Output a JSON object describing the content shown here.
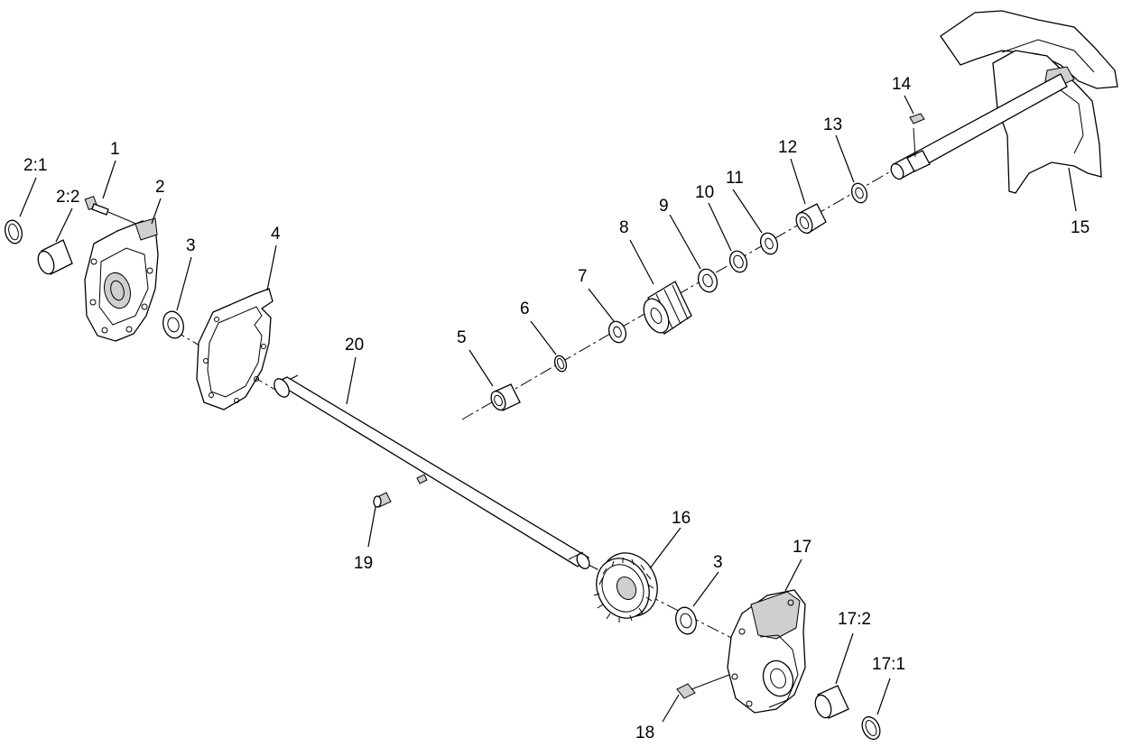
{
  "callouts": {
    "c1": "1",
    "c2": "2",
    "c2_1": "2:1",
    "c2_2": "2:2",
    "c3a": "3",
    "c3b": "3",
    "c4": "4",
    "c5": "5",
    "c6": "6",
    "c7": "7",
    "c8": "8",
    "c9": "9",
    "c10": "10",
    "c11": "11",
    "c12": "12",
    "c13": "13",
    "c14": "14",
    "c15": "15",
    "c16": "16",
    "c17": "17",
    "c17_1": "17:1",
    "c17_2": "17:2",
    "c18": "18",
    "c19": "19",
    "c20": "20"
  }
}
